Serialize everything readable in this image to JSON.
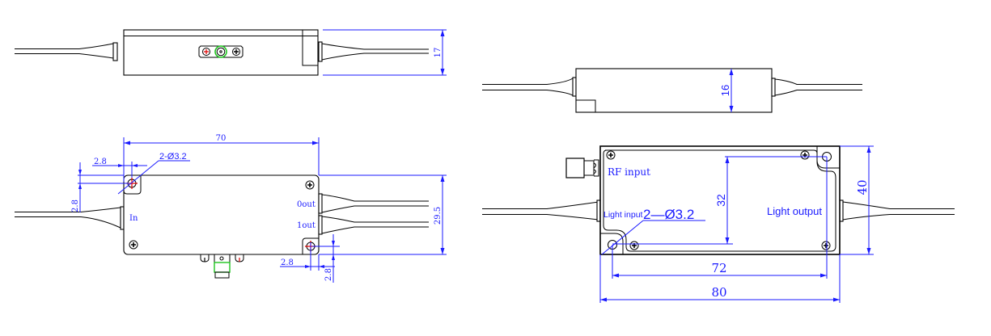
{
  "drawing": {
    "title": "Optical modulator outline drawings",
    "units": "mm",
    "colors": {
      "outline": "#000000",
      "dimension": "#1a1aff",
      "hole_center": "#e00000",
      "connector_highlight": "#1ec51e"
    }
  },
  "left_module": {
    "side_view": {
      "height_dim": "17"
    },
    "top_view": {
      "length_dim": "70",
      "width_dim": "29.5",
      "hole_callout": "2-Ø3.2",
      "hole_offset_x_top": "2.8",
      "hole_offset_y_top": "2.8",
      "hole_offset_x_bottom": "2.8",
      "hole_offset_y_bottom": "2.8",
      "port_in": "In",
      "port_out0": "0out",
      "port_out1": "1out"
    }
  },
  "right_module": {
    "side_view": {
      "height_dim": "16"
    },
    "top_view": {
      "length_dim": "80",
      "hole_spacing_x": "72",
      "hole_spacing_y": "32",
      "width_dim": "40",
      "hole_callout": "2—Ø3.2",
      "rf_label": "RF input",
      "light_in_label": "Light input",
      "light_out_label": "Light output"
    }
  }
}
